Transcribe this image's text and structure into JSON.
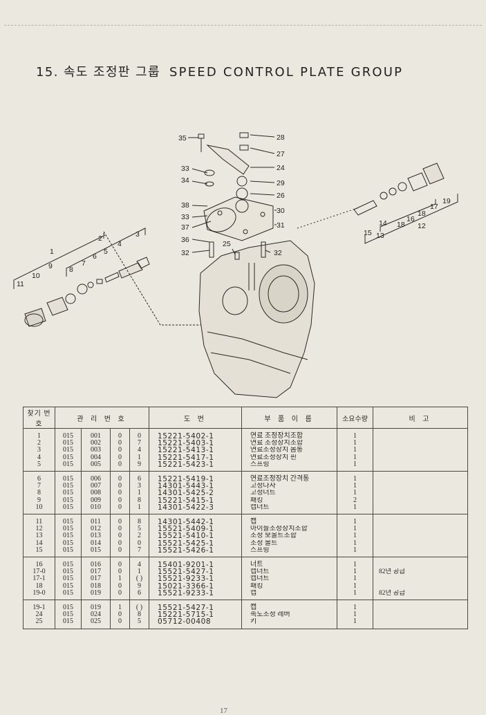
{
  "page": {
    "title_ko": "15. 속도 조정판 그룹",
    "title_en": "SPEED CONTROL PLATE GROUP",
    "page_number": "17"
  },
  "diagram": {
    "callouts": [
      "35",
      "28",
      "27",
      "24",
      "33",
      "34",
      "29",
      "26",
      "38",
      "33",
      "37",
      "30",
      "31",
      "36",
      "32",
      "25",
      "32",
      "1",
      "2",
      "4",
      "3",
      "9",
      "8",
      "7",
      "6",
      "5",
      "10",
      "11",
      "15",
      "13",
      "14",
      "18",
      "16",
      "18",
      "12",
      "17",
      "19"
    ]
  },
  "table": {
    "headers": [
      "찾기 번호",
      "관 리 번 호",
      "도 번",
      "부 품 이 름",
      "소요수량",
      "비 고"
    ],
    "groups": [
      [
        {
          "no": "1",
          "c1": "015",
          "c2": "001",
          "c3": "0",
          "c4": "0",
          "drawing": "15221-5402-1",
          "name": "연료 조정장치조합",
          "qty": "1",
          "note": ""
        },
        {
          "no": "2",
          "c1": "015",
          "c2": "002",
          "c3": "0",
          "c4": "7",
          "drawing": "15221-5403-1",
          "name": "연료 조정장치조합",
          "qty": "1",
          "note": ""
        },
        {
          "no": "3",
          "c1": "015",
          "c2": "003",
          "c3": "0",
          "c4": "4",
          "drawing": "15221-5413-1",
          "name": "연료조정장치 몸통",
          "qty": "1",
          "note": ""
        },
        {
          "no": "4",
          "c1": "015",
          "c2": "004",
          "c3": "0",
          "c4": "1",
          "drawing": "15221-5417-1",
          "name": "연료조정장치 핀",
          "qty": "1",
          "note": ""
        },
        {
          "no": "5",
          "c1": "015",
          "c2": "005",
          "c3": "0",
          "c4": "9",
          "drawing": "15221-5423-1",
          "name": "스프링",
          "qty": "1",
          "note": ""
        }
      ],
      [
        {
          "no": "6",
          "c1": "015",
          "c2": "006",
          "c3": "0",
          "c4": "6",
          "drawing": "15221-5419-1",
          "name": "연료조정장치 간격통",
          "qty": "1",
          "note": ""
        },
        {
          "no": "7",
          "c1": "015",
          "c2": "007",
          "c3": "0",
          "c4": "3",
          "drawing": "14301-5443-1",
          "name": "고정나사",
          "qty": "1",
          "note": ""
        },
        {
          "no": "8",
          "c1": "015",
          "c2": "008",
          "c3": "0",
          "c4": "1",
          "drawing": "14301-5425-2",
          "name": "고정너트",
          "qty": "1",
          "note": ""
        },
        {
          "no": "9",
          "c1": "015",
          "c2": "009",
          "c3": "0",
          "c4": "8",
          "drawing": "15221-5415-1",
          "name": "패킹",
          "qty": "2",
          "note": ""
        },
        {
          "no": "10",
          "c1": "015",
          "c2": "010",
          "c3": "0",
          "c4": "1",
          "drawing": "14301-5422-3",
          "name": "캡너트",
          "qty": "1",
          "note": ""
        }
      ],
      [
        {
          "no": "11",
          "c1": "015",
          "c2": "011",
          "c3": "0",
          "c4": "8",
          "drawing": "14301-5442-1",
          "name": "캡",
          "qty": "1",
          "note": ""
        },
        {
          "no": "12",
          "c1": "015",
          "c2": "012",
          "c3": "0",
          "c4": "5",
          "drawing": "15521-5409-1",
          "name": "아이들조정장치조합",
          "qty": "1",
          "note": ""
        },
        {
          "no": "13",
          "c1": "015",
          "c2": "013",
          "c3": "0",
          "c4": "2",
          "drawing": "15521-5410-1",
          "name": "조정 보올트조합",
          "qty": "1",
          "note": ""
        },
        {
          "no": "14",
          "c1": "015",
          "c2": "014",
          "c3": "0",
          "c4": "0",
          "drawing": "15521-5425-1",
          "name": "조정 볼트",
          "qty": "1",
          "note": ""
        },
        {
          "no": "15",
          "c1": "015",
          "c2": "015",
          "c3": "0",
          "c4": "7",
          "drawing": "15521-5426-1",
          "name": "스프링",
          "qty": "1",
          "note": ""
        }
      ],
      [
        {
          "no": "16",
          "c1": "015",
          "c2": "016",
          "c3": "0",
          "c4": "4",
          "drawing": "15401-9201-1",
          "name": "너트",
          "qty": "1",
          "note": ""
        },
        {
          "no": "17-0",
          "c1": "015",
          "c2": "017",
          "c3": "0",
          "c4": "1",
          "drawing": "15521-5427-1",
          "name": "캡너트",
          "qty": "1",
          "note": "82년 공급"
        },
        {
          "no": "17-1",
          "c1": "015",
          "c2": "017",
          "c3": "1",
          "c4": "( )",
          "drawing": "15521-9233-1",
          "name": "캡너트",
          "qty": "1",
          "note": ""
        },
        {
          "no": "18",
          "c1": "015",
          "c2": "018",
          "c3": "0",
          "c4": "9",
          "drawing": "15021-3366-1",
          "name": "패킹",
          "qty": "1",
          "note": ""
        },
        {
          "no": "19-0",
          "c1": "015",
          "c2": "019",
          "c3": "0",
          "c4": "6",
          "drawing": "15521-9233-1",
          "name": "캡",
          "qty": "1",
          "note": "82년 공급"
        }
      ],
      [
        {
          "no": "19-1",
          "c1": "015",
          "c2": "019",
          "c3": "1",
          "c4": "( )",
          "drawing": "15521-5427-1",
          "name": "캡",
          "qty": "1",
          "note": ""
        },
        {
          "no": "24",
          "c1": "015",
          "c2": "024",
          "c3": "0",
          "c4": "8",
          "drawing": "15221-5715-1",
          "name": "속도조정 레버",
          "qty": "1",
          "note": ""
        },
        {
          "no": "25",
          "c1": "015",
          "c2": "025",
          "c3": "0",
          "c4": "5",
          "drawing": "05712-00408",
          "name": "키",
          "qty": "1",
          "note": ""
        }
      ]
    ]
  }
}
